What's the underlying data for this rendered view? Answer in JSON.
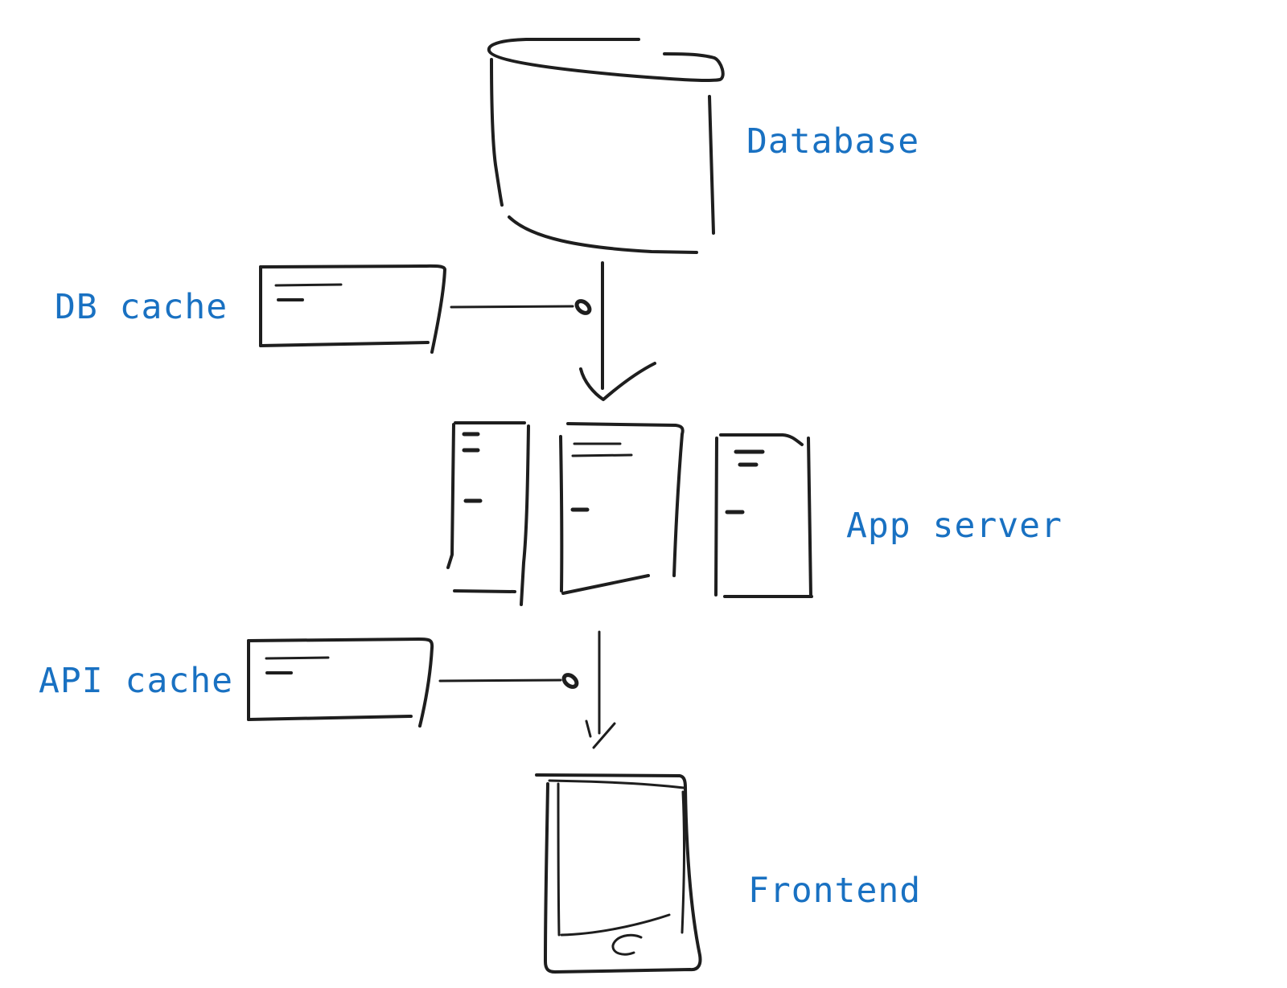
{
  "colors": {
    "label_text": "#1971c2",
    "stroke": "#1e1e1e",
    "background": "#ffffff"
  },
  "nodes": {
    "database": {
      "label": "Database",
      "icon": "database-cylinder-icon"
    },
    "db_cache": {
      "label": "DB cache",
      "icon": "cache-server-icon"
    },
    "app_server": {
      "label": "App server",
      "icon": "server-rack-icon"
    },
    "api_cache": {
      "label": "API cache",
      "icon": "cache-server-icon"
    },
    "frontend": {
      "label": "Frontend",
      "icon": "tablet-device-icon"
    }
  },
  "edges": [
    {
      "from": "database",
      "to": "app_server",
      "via_cache": "db_cache"
    },
    {
      "from": "app_server",
      "to": "frontend",
      "via_cache": "api_cache"
    }
  ]
}
